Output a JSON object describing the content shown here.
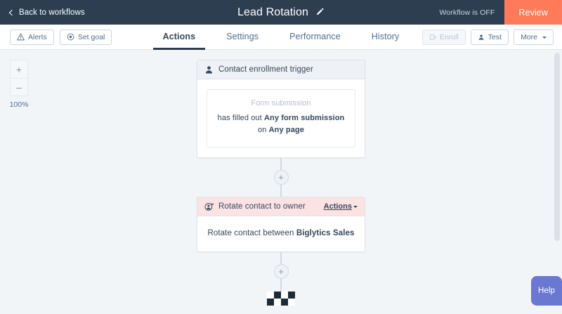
{
  "header": {
    "back_label": "Back to workflows",
    "title": "Lead Rotation",
    "edit_icon": "pencil-icon",
    "status_text": "Workflow is OFF",
    "review_label": "Review",
    "review_color": "#ff7a59",
    "bg_color": "#2d3e50"
  },
  "toolbar": {
    "alerts_label": "Alerts",
    "alerts_icon": "warning-triangle-icon",
    "set_goal_label": "Set goal",
    "set_goal_icon": "target-icon",
    "enroll_label": "Enroll",
    "enroll_icon": "enroll-icon",
    "enroll_disabled": true,
    "test_label": "Test",
    "test_icon": "person-test-icon",
    "more_label": "More",
    "tabs": [
      {
        "label": "Actions",
        "active": true
      },
      {
        "label": "Settings",
        "active": false
      },
      {
        "label": "Performance",
        "active": false
      },
      {
        "label": "History",
        "active": false
      }
    ]
  },
  "canvas": {
    "zoom": {
      "in_label": "+",
      "out_label": "–",
      "level": "100%"
    },
    "trigger_card": {
      "icon": "contact-person-icon",
      "title": "Contact enrollment trigger",
      "filter_label": "Form submission",
      "criteria_prefix": "has filled out ",
      "criteria_bold_1": "Any form submission",
      "criteria_middle": " on ",
      "criteria_bold_2": "Any page",
      "header_color": "#eef1f6"
    },
    "action_card": {
      "icon": "rotate-contact-icon",
      "title": "Rotate contact to owner",
      "actions_label": "Actions",
      "body_prefix": "Rotate contact between ",
      "body_bold": "Biglytics Sales",
      "header_color": "#fbe3e4"
    },
    "add_step_label": "+",
    "end_icon": "checkered-flag-icon"
  },
  "help": {
    "label": "Help",
    "color": "#6a78d1"
  }
}
